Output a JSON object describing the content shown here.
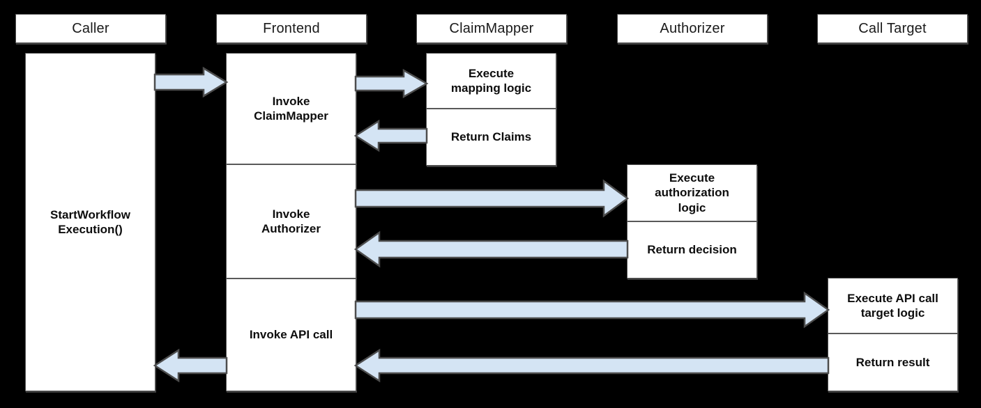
{
  "diagram": {
    "title": "Caller / Frontend / ClaimMapper / Authorizer / Call Target sequence",
    "background_color": "#000000",
    "box_fill": "#ffffff",
    "box_border": "#595959",
    "arrow_fill": "#d4e4f4",
    "arrow_border": "#4d4d4d",
    "text_color": "#0d0d0d"
  },
  "lanes": [
    {
      "id": "caller",
      "label": "Caller"
    },
    {
      "id": "frontend",
      "label": "Frontend"
    },
    {
      "id": "claimmapper",
      "label": "ClaimMapper"
    },
    {
      "id": "authorizer",
      "label": "Authorizer"
    },
    {
      "id": "calltarget",
      "label": "Call Target"
    }
  ],
  "activations": {
    "caller": [
      {
        "id": "caller-start",
        "label": "StartWorkflow\nExecution()"
      }
    ],
    "frontend": [
      {
        "id": "frontend-invoke-claimmapper",
        "label": "Invoke\nClaimMapper"
      },
      {
        "id": "frontend-invoke-authorizer",
        "label": "Invoke\nAuthorizer"
      },
      {
        "id": "frontend-invoke-api-call",
        "label": "Invoke API call"
      }
    ],
    "claimmapper": [
      {
        "id": "claimmapper-execute",
        "label": "Execute\nmapping logic"
      },
      {
        "id": "claimmapper-return",
        "label": "Return Claims"
      }
    ],
    "authorizer": [
      {
        "id": "authorizer-execute",
        "label": "Execute\nauthorization\nlogic"
      },
      {
        "id": "authorizer-return",
        "label": "Return decision"
      }
    ],
    "calltarget": [
      {
        "id": "calltarget-execute",
        "label": "Execute API call\ntarget logic"
      },
      {
        "id": "calltarget-return",
        "label": "Return result"
      }
    ]
  },
  "messages": [
    {
      "id": "msg-caller-to-frontend",
      "from": "caller",
      "to": "frontend",
      "direction": "right",
      "label": ""
    },
    {
      "id": "msg-frontend-to-claimmapper",
      "from": "frontend",
      "to": "claimmapper",
      "direction": "right",
      "label": ""
    },
    {
      "id": "msg-claimmapper-to-frontend",
      "from": "claimmapper",
      "to": "frontend",
      "direction": "left",
      "label": ""
    },
    {
      "id": "msg-frontend-to-authorizer",
      "from": "frontend",
      "to": "authorizer",
      "direction": "right",
      "label": ""
    },
    {
      "id": "msg-authorizer-to-frontend",
      "from": "authorizer",
      "to": "frontend",
      "direction": "left",
      "label": ""
    },
    {
      "id": "msg-frontend-to-calltarget",
      "from": "frontend",
      "to": "calltarget",
      "direction": "right",
      "label": ""
    },
    {
      "id": "msg-calltarget-to-frontend",
      "from": "calltarget",
      "to": "frontend",
      "direction": "left",
      "label": ""
    },
    {
      "id": "msg-frontend-to-caller",
      "from": "frontend",
      "to": "caller",
      "direction": "left",
      "label": ""
    }
  ]
}
